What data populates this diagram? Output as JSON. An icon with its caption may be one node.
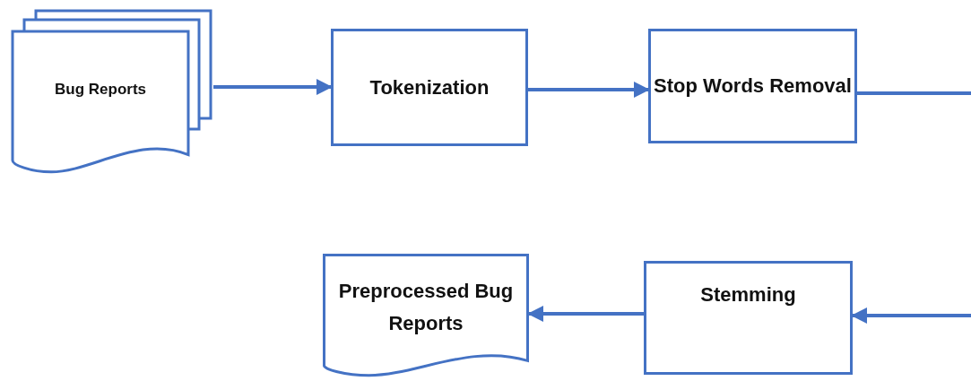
{
  "diagram": {
    "nodes": [
      {
        "text": [
          "Bug Reports"
        ]
      },
      {
        "text": [
          "Tokenization"
        ]
      },
      {
        "text": [
          "Stop Words Removal"
        ]
      },
      {
        "text": [
          "Stemming"
        ]
      },
      {
        "text": [
          "Preprocessed Bug Reports"
        ]
      }
    ],
    "edges": [
      {
        "from": 0,
        "to": 1,
        "arrow": "to"
      },
      {
        "from": 1,
        "to": 2,
        "arrow": "to"
      },
      {
        "from": 2,
        "to": 3,
        "arrow": "to"
      },
      {
        "from": 3,
        "to": 4,
        "arrow": "to"
      }
    ]
  }
}
